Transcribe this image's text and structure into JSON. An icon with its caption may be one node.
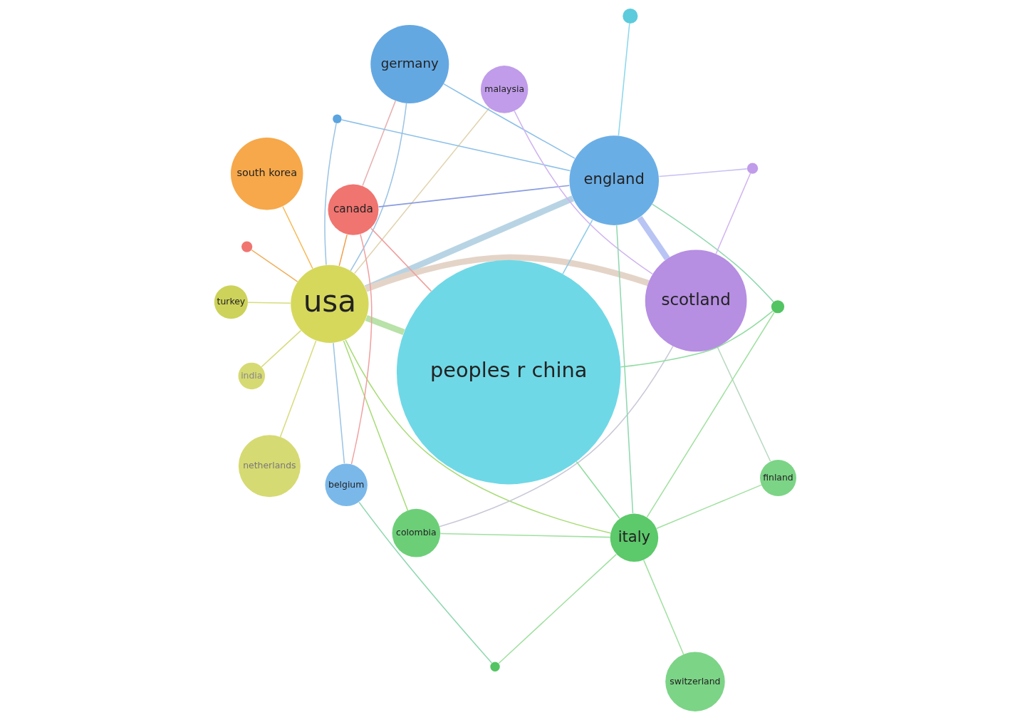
{
  "diagram": {
    "nodes": [
      {
        "text": [
          "south korea"
        ]
      },
      {
        "text": [
          "india"
        ]
      },
      {
        "text": [
          "turkey"
        ]
      },
      {
        "text": [
          "netherlands"
        ]
      },
      {
        "text": [
          "usa"
        ]
      },
      {
        "text": [
          "canada"
        ]
      },
      {
        "text": [],
        "shape": "circle"
      },
      {
        "text": [
          "peoples r china"
        ]
      },
      {
        "text": [],
        "shape": "circle"
      },
      {
        "text": [],
        "shape": "circle"
      },
      {
        "text": [
          "germany"
        ]
      },
      {
        "text": [
          "england"
        ]
      },
      {
        "text": [
          "belgium"
        ]
      },
      {
        "text": [
          "scotland"
        ]
      },
      {
        "text": [],
        "shape": "circle"
      },
      {
        "text": [
          "colombia"
        ]
      },
      {
        "text": [],
        "shape": "circle"
      },
      {
        "text": [
          "malaysia"
        ]
      },
      {
        "text": [],
        "shape": "circle"
      },
      {
        "text": [
          "finland"
        ]
      },
      {
        "text": [
          "italy"
        ]
      },
      {
        "text": [
          "switzerland"
        ]
      }
    ],
    "edges": [
      {
        "from": 0,
        "to": 4,
        "arrow": "none",
        "color": "#f7b955"
      },
      {
        "from": 1,
        "to": 4,
        "arrow": "none"
      },
      {
        "from": 2,
        "to": 4,
        "arrow": "none"
      },
      {
        "from": 3,
        "to": 4,
        "arrow": "none"
      },
      {
        "from": 4,
        "to": 5,
        "arrow": "none",
        "color": "#f0a050"
      },
      {
        "from": 4,
        "to": 6,
        "arrow": "none",
        "color": "#f0b060"
      },
      {
        "from": 4,
        "to": 7,
        "arrow": "none",
        "style": "thick",
        "color": "#b8e2a8"
      },
      {
        "from": 4,
        "to": 11,
        "arrow": "none",
        "style": "thick",
        "color": "#b8d4e4"
      },
      {
        "from": 4,
        "to": 13,
        "arrow": "none",
        "style": "thick",
        "color": "#e4d4c8"
      },
      {
        "from": 4,
        "to": 10,
        "arrow": "none",
        "color": "#9cc4e4"
      },
      {
        "from": 4,
        "to": 9,
        "arrow": "none",
        "color": "#9cc4e4"
      },
      {
        "from": 4,
        "to": 20,
        "arrow": "none",
        "color": "#a8dc78"
      },
      {
        "from": 4,
        "to": 15,
        "arrow": "none",
        "color": "#a8dc78"
      },
      {
        "from": 4,
        "to": 17,
        "arrow": "none",
        "color": "#e0d4b0"
      },
      {
        "from": 4,
        "to": 12,
        "arrow": "none",
        "color": "#9cc4e4"
      },
      {
        "from": 11,
        "to": 5,
        "arrow": "none",
        "color": "#8a9ce0"
      },
      {
        "from": 11,
        "to": 7,
        "arrow": "none",
        "color": "#8ccce8"
      },
      {
        "from": 13,
        "to": 11,
        "arrow": "none",
        "style": "thick",
        "color": "#b8c4f4"
      },
      {
        "from": 13,
        "to": 17,
        "arrow": "none",
        "color": "#d0b4f0"
      },
      {
        "from": 18,
        "to": 11,
        "arrow": "none",
        "color": "#c8c0f4"
      },
      {
        "from": 18,
        "to": 13,
        "arrow": "none",
        "color": "#d0b4f0"
      },
      {
        "from": 13,
        "to": 15,
        "arrow": "none",
        "color": "#c8c8d8"
      },
      {
        "from": 13,
        "to": 19,
        "arrow": "none",
        "color": "#b8d8c0"
      },
      {
        "from": 7,
        "to": 5,
        "arrow": "none",
        "color": "#f0a0a0"
      },
      {
        "from": 8,
        "to": 11,
        "arrow": "none",
        "color": "#8cd8ec"
      },
      {
        "from": 5,
        "to": 12,
        "arrow": "none",
        "color": "#f0a0a0"
      },
      {
        "from": 5,
        "to": 10,
        "arrow": "none",
        "color": "#e8b0b0"
      },
      {
        "from": 14,
        "to": 7,
        "arrow": "none",
        "color": "#90dca0"
      },
      {
        "from": 20,
        "to": 7,
        "arrow": "none",
        "color": "#90dca0"
      },
      {
        "from": 20,
        "to": 11,
        "arrow": "none",
        "color": "#90d8b0"
      },
      {
        "from": 20,
        "to": 19,
        "arrow": "none",
        "color": "#a0e0a0"
      },
      {
        "from": 20,
        "to": 21,
        "arrow": "none",
        "color": "#a0e0a0"
      },
      {
        "from": 20,
        "to": 15,
        "arrow": "none",
        "color": "#a0e0a0"
      },
      {
        "from": 20,
        "to": 16,
        "arrow": "none",
        "color": "#a0e0a0"
      },
      {
        "from": 14,
        "to": 11,
        "arrow": "none",
        "color": "#90d8b0"
      },
      {
        "from": 10,
        "to": 11,
        "arrow": "none",
        "color": "#8cc0e8"
      },
      {
        "from": 9,
        "to": 11,
        "arrow": "none",
        "color": "#8cc0e8"
      },
      {
        "from": 16,
        "to": 12,
        "arrow": "none",
        "color": "#90d8b0"
      },
      {
        "from": 14,
        "to": 20,
        "arrow": "none",
        "color": "#a0e0a0"
      }
    ]
  }
}
